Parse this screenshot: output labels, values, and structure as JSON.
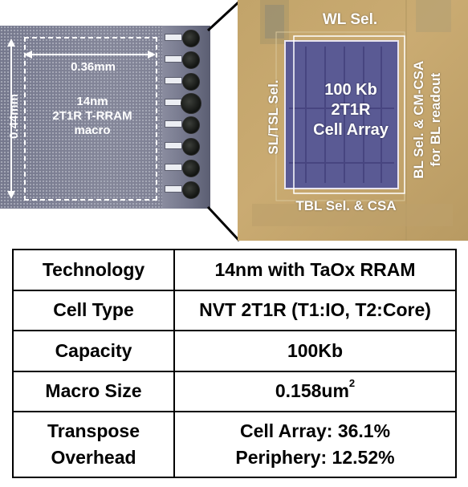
{
  "die_photo": {
    "macro_width": "0.36mm",
    "macro_height": "0.44mm",
    "macro_label_line1": "14nm",
    "macro_label_line2": "2T1R T-RRAM",
    "macro_label_line3": "macro"
  },
  "layout_photo": {
    "top_label": "WL Sel.",
    "left_label": "SL/TSL Sel.",
    "array_line1": "100 Kb",
    "array_line2": "2T1R",
    "array_line3": "Cell Array",
    "right_label_line1": "BL Sel. & CM-CSA",
    "right_label_line2": "for BL readout",
    "bottom_label": "TBL Sel. & CSA"
  },
  "table": {
    "rows": [
      {
        "label": "Technology",
        "value": "14nm with TaOx RRAM"
      },
      {
        "label": "Cell Type",
        "value": "NVT 2T1R (T1:IO, T2:Core)"
      },
      {
        "label": "Capacity",
        "value": "100Kb"
      },
      {
        "label": "Macro Size",
        "value": "0.158um",
        "value_sup": "2"
      },
      {
        "label_line1": "Transpose",
        "label_line2": "Overhead",
        "value_line1": "Cell Array: 36.1%",
        "value_line2": "Periphery: 12.52%"
      }
    ]
  }
}
